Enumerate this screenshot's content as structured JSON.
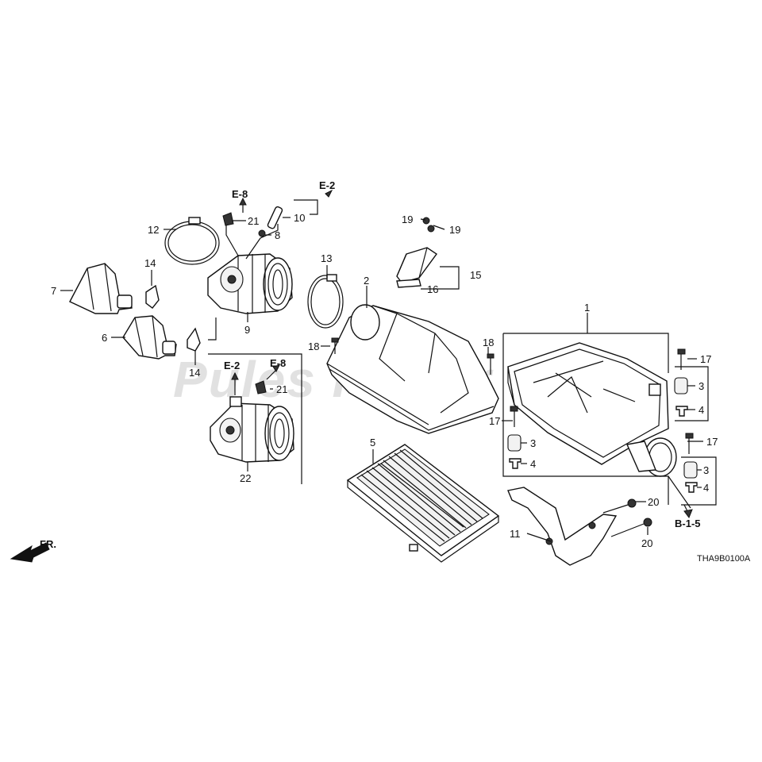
{
  "diagram": {
    "drawing_code": "THA9B0100A",
    "direction_label": "FR.",
    "watermark": "Pules Power",
    "callouts": [
      {
        "id": "c1",
        "label": "1"
      },
      {
        "id": "c2",
        "label": "2"
      },
      {
        "id": "c3a",
        "label": "3"
      },
      {
        "id": "c3b",
        "label": "3"
      },
      {
        "id": "c3c",
        "label": "3"
      },
      {
        "id": "c4a",
        "label": "4"
      },
      {
        "id": "c4b",
        "label": "4"
      },
      {
        "id": "c4c",
        "label": "4"
      },
      {
        "id": "c5",
        "label": "5"
      },
      {
        "id": "c6",
        "label": "6"
      },
      {
        "id": "c7",
        "label": "7"
      },
      {
        "id": "c8",
        "label": "8"
      },
      {
        "id": "c9",
        "label": "9"
      },
      {
        "id": "c10",
        "label": "10"
      },
      {
        "id": "c11",
        "label": "11"
      },
      {
        "id": "c12",
        "label": "12"
      },
      {
        "id": "c13",
        "label": "13"
      },
      {
        "id": "c14a",
        "label": "14"
      },
      {
        "id": "c14b",
        "label": "14"
      },
      {
        "id": "c15",
        "label": "15"
      },
      {
        "id": "c16",
        "label": "16"
      },
      {
        "id": "c17a",
        "label": "17"
      },
      {
        "id": "c17b",
        "label": "17"
      },
      {
        "id": "c17c",
        "label": "17"
      },
      {
        "id": "c18a",
        "label": "18"
      },
      {
        "id": "c18b",
        "label": "18"
      },
      {
        "id": "c19a",
        "label": "19"
      },
      {
        "id": "c19b",
        "label": "19"
      },
      {
        "id": "c20a",
        "label": "20"
      },
      {
        "id": "c20b",
        "label": "20"
      },
      {
        "id": "c21a",
        "label": "21"
      },
      {
        "id": "c21b",
        "label": "21"
      },
      {
        "id": "c22",
        "label": "22"
      }
    ],
    "refs": [
      {
        "id": "r1",
        "label": "E-8"
      },
      {
        "id": "r2",
        "label": "E-2"
      },
      {
        "id": "r3",
        "label": "E-2"
      },
      {
        "id": "r4",
        "label": "E-8"
      },
      {
        "id": "r5",
        "label": "B-1-5"
      }
    ]
  }
}
